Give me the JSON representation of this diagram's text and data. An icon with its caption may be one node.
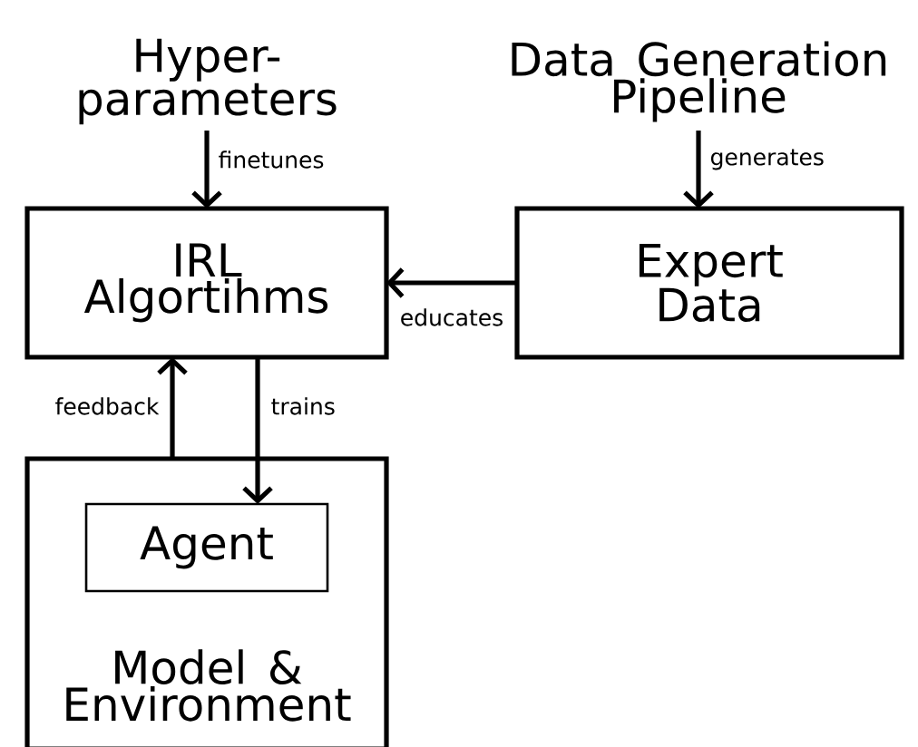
{
  "diagram": {
    "nodes": [
      {
        "text": [
          "Hyper- parameters"
        ]
      },
      {
        "text": [
          "Data Generation Pipeline"
        ]
      },
      {
        "text": [
          "IRL Algortihms"
        ]
      },
      {
        "text": [
          "Expert Data"
        ]
      },
      {
        "text": [
          "Model & Environment"
        ]
      },
      {
        "text": [
          "Agent"
        ],
        "in": 4
      }
    ],
    "edges": [
      {
        "from": 0,
        "to": 2,
        "arrow": "to",
        "label": "finetunes"
      },
      {
        "from": 1,
        "to": 3,
        "arrow": "to",
        "label": "generates"
      },
      {
        "from": 3,
        "to": 2,
        "arrow": "to",
        "label": "educates"
      },
      {
        "from": 4,
        "to": 2,
        "arrow": "to",
        "label": "feedback"
      },
      {
        "from": 2,
        "to": 5,
        "arrow": "to",
        "label": "trains"
      }
    ]
  }
}
